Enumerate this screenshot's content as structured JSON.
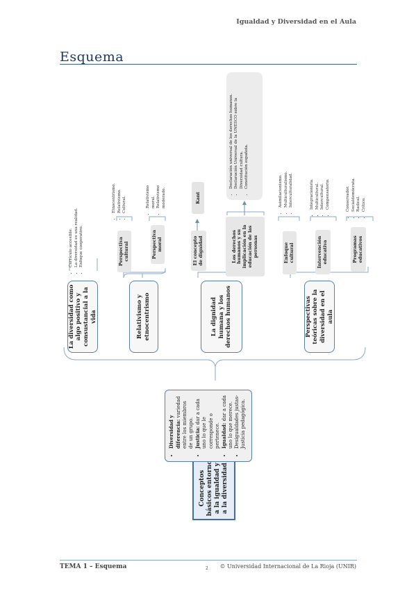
{
  "header": {
    "running_title": "Igualdad y Diversidad en el Aula"
  },
  "page_title": "Esquema",
  "root": {
    "label": "Conceptos básicos entorno a la igualdad y a la diversidad"
  },
  "definitions": [
    {
      "term": "Diversidad y diferencia:",
      "text": " variedad entre los miembros de un grupo."
    },
    {
      "term": "Justicia:",
      "text": " dar a cada uno lo que le corresponde o pertenece."
    },
    {
      "term": "Igualdad:",
      "text": " dar a cada uno lo que merece."
    },
    {
      "term": "",
      "text": "Desigualdades justas-Justicia pedagógica."
    }
  ],
  "branch1": {
    "label": "La diversidad como algo positivo y consustancial a la vida",
    "items": [
      "Currículo accesible.",
      "La diversidad es una realidad.",
      "Enfoque cooperativo."
    ]
  },
  "branch2": {
    "label": "Relativismo y etnocentrismo",
    "sub1": {
      "label": "Perspectiva cultural",
      "items": [
        "Etnocentrismo.",
        "Relativismo.",
        "Cultural."
      ]
    },
    "sub2": {
      "label": "Perspectiva moral",
      "items": [
        "Relativismo moral.",
        "Relativismo moderado."
      ]
    }
  },
  "branch3": {
    "label": "La dignidad humana y los derechos humanos",
    "sub1": {
      "label": "El concepto de dignidad",
      "child": "Kant"
    },
    "sub2": {
      "label": "Los derechos humanos y su implicación en la educación de las personas",
      "items": [
        "Declaración universal de los derechos humanos.",
        "Declaración Universal de la UNESCO sobre la Diversidad cultura.",
        "Constitución española."
      ]
    }
  },
  "branch4": {
    "label": "Perspectivas teóricas sobre la diversidad en el aula",
    "sub1": {
      "label": "Enfoque cultural",
      "items": [
        "Asimilacionismo.",
        "Multiculturalismo.",
        "Interculturalidad."
      ]
    },
    "sub2": {
      "label": "Intervención educativa",
      "items": [
        "Integracionista.",
        "Multicultural.",
        "Intercultural.",
        "Compensatorio."
      ]
    },
    "sub3": {
      "label": "Programas educativos",
      "items": [
        "Conservador.",
        "Socialdemócrata.",
        "Radical.",
        "Crítico."
      ]
    }
  },
  "footer": {
    "left": "TEMA 1 – Esquema",
    "page": "2",
    "right": "© Universidad Internacional de La Rioja (UNIR)"
  }
}
